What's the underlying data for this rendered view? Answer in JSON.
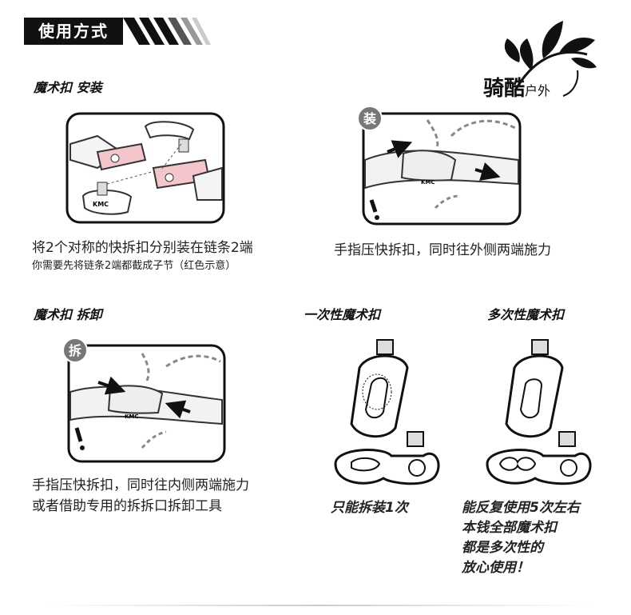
{
  "header": {
    "title": "使用方式"
  },
  "brand": {
    "text_main": "骑酷",
    "text_small": "户外"
  },
  "install": {
    "title": "魔术扣 安装",
    "caption1": "将2个对称的快拆扣分别装在链条2端",
    "caption2": "你需要先将链条2端都截成子节（红色示意）",
    "kmc_label": "KMC"
  },
  "install_press": {
    "badge": "装",
    "caption": "手指压快拆扣，同时往外侧两端施力",
    "kmc_label": "KMC"
  },
  "remove": {
    "title": "魔术扣 拆卸",
    "badge": "拆",
    "caption1": "手指压快拆扣，同时往内侧两端施力",
    "caption2": "或者借助专用的拆拆口拆卸工具",
    "kmc_label": "KMC"
  },
  "single_use": {
    "title": "一次性魔术扣",
    "caption": "只能拆装1次"
  },
  "multi_use": {
    "title": "多次性魔术扣",
    "lines": [
      "能反复使用5次左右",
      "本钱全部魔术扣",
      "都是多次性的",
      "放心使用！"
    ]
  }
}
